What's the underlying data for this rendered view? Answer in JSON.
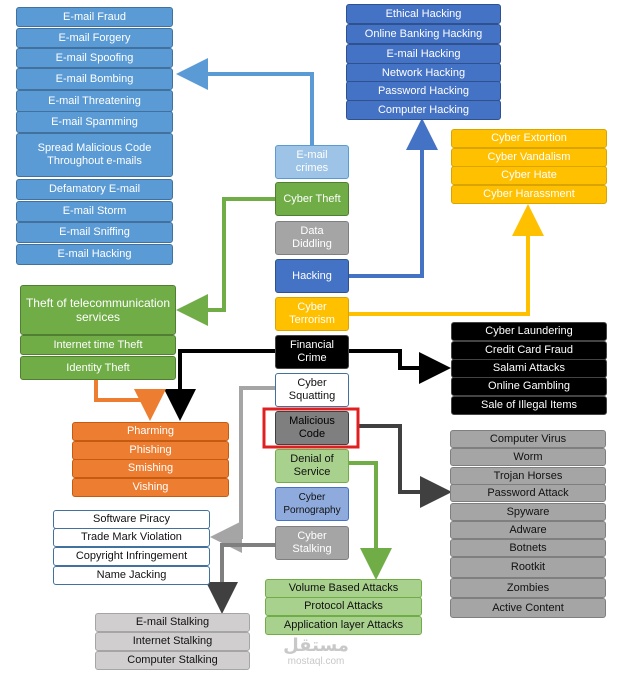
{
  "colors": {
    "blue": "#5b9bd5",
    "dark_blue": "#4472c4",
    "yellow": "#ffc000",
    "black": "#000000",
    "orange": "#ed7d31",
    "green": "#70ad47",
    "light_green": "#a9d18e",
    "gray": "#a5a5a5",
    "dark_gray": "#7f7f7f",
    "light_gray": "#d0cece",
    "highlight_red": "#e02020"
  },
  "center_nodes": [
    {
      "label": "E-mail crimes",
      "style": "lblue"
    },
    {
      "label": "Cyber Theft",
      "style": "green"
    },
    {
      "label": "Data Diddling",
      "style": "mgray"
    },
    {
      "label": "Hacking",
      "style": "dblue"
    },
    {
      "label": "Cyber Terrorism",
      "style": "yellow"
    },
    {
      "label": "Financial Crime",
      "style": "black"
    },
    {
      "label": "Cyber Squatting",
      "style": "white"
    },
    {
      "label": "Malicious Code",
      "style": "dgray"
    },
    {
      "label": "Denial of Service",
      "style": "lgreen"
    },
    {
      "label": "Cyber Pornography",
      "style": "pblue"
    },
    {
      "label": "Cyber Stalking",
      "style": "mgray"
    }
  ],
  "email_crimes": [
    "E-mail Fraud",
    "E-mail Forgery",
    "E-mail Spoofing",
    "E-mail Bombing",
    "E-mail Threatening",
    "E-mail Spamming",
    "Spread Malicious Code Throughout e-mails",
    "Defamatory E-mail",
    "E-mail Storm",
    "E-mail Sniffing",
    "E-mail Hacking"
  ],
  "hacking": [
    "Ethical Hacking",
    "Online Banking Hacking",
    "E-mail Hacking",
    "Network Hacking",
    "Password Hacking",
    "Computer Hacking"
  ],
  "cyber_terrorism": [
    "Cyber Extortion",
    "Cyber Vandalism",
    "Cyber Hate",
    "Cyber Harassment"
  ],
  "cyber_theft": [
    "Theft of telecommunication services",
    "Internet time Theft",
    "Identity Theft"
  ],
  "financial_crime": [
    "Cyber Laundering",
    "Credit Card Fraud",
    "Salami Attacks",
    "Online Gambling",
    "Sale of Illegal Items"
  ],
  "phishing": [
    "Pharming",
    "Phishing",
    "Smishing",
    "Vishing"
  ],
  "malicious_code": [
    "Computer Virus",
    "Worm",
    "Trojan Horses",
    "Password Attack",
    "Spyware",
    "Adware",
    "Botnets",
    "Rootkit",
    "Zombies",
    "Active Content"
  ],
  "cyber_squatting": [
    "Software Piracy",
    "Trade Mark Violation",
    "Copyright Infringement",
    "Name Jacking"
  ],
  "denial_of_service": [
    "Volume Based Attacks",
    "Protocol Attacks",
    "Application layer Attacks"
  ],
  "cyber_stalking": [
    "E-mail Stalking",
    "Internet Stalking",
    "Computer Stalking"
  ],
  "watermark": {
    "arabic": "مستقل",
    "latin": "mostaql.com"
  }
}
